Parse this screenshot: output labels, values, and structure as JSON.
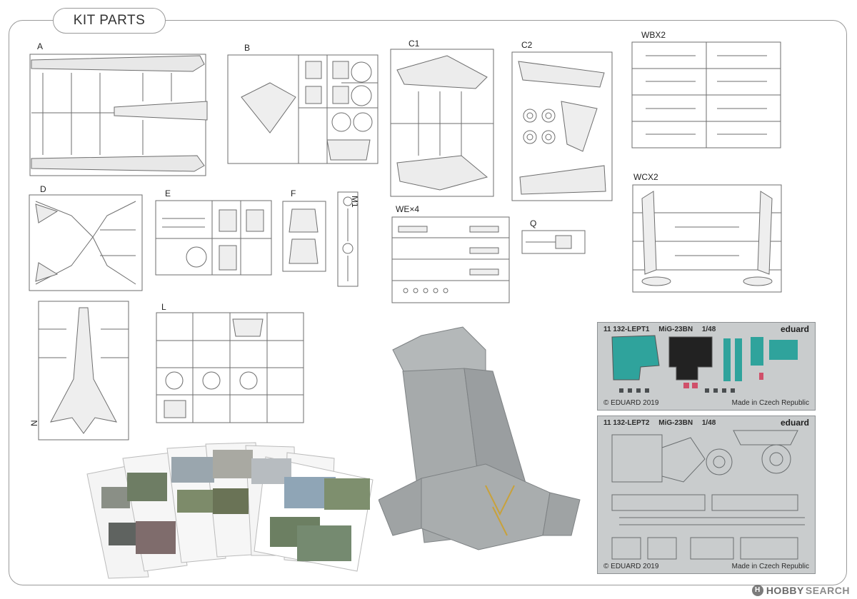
{
  "header": {
    "title": "KIT PARTS"
  },
  "sprues": {
    "A": "A",
    "B": "B",
    "C1": "C1",
    "C2": "C2",
    "WBX2": "WBX2",
    "D": "D",
    "E": "E",
    "F": "F",
    "M1": "M1",
    "WE4": "WE×4",
    "Q": "Q",
    "WCX2": "WCX2",
    "L": "L",
    "N": "N"
  },
  "photoetch": [
    {
      "code": "11 132-LEPT1",
      "model": "MiG-23BN",
      "scale": "1/48",
      "brand": "eduard",
      "copyright": "© EDUARD 2019",
      "origin": "Made in Czech Republic"
    },
    {
      "code": "11 132-LEPT2",
      "model": "MiG-23BN",
      "scale": "1/48",
      "brand": "eduard",
      "copyright": "© EDUARD 2019",
      "origin": "Made in Czech Republic"
    }
  ],
  "watermark": {
    "hobby": "HOBBY",
    "search": "SEARCH"
  },
  "colors": {
    "frame": "#9a9a9a",
    "sprue": "#6e6e6e",
    "pe_bg": "#c9cccd",
    "pe_teal": "#2fa39c",
    "seat": "#a6aaab",
    "belts": "#c8a23c"
  }
}
